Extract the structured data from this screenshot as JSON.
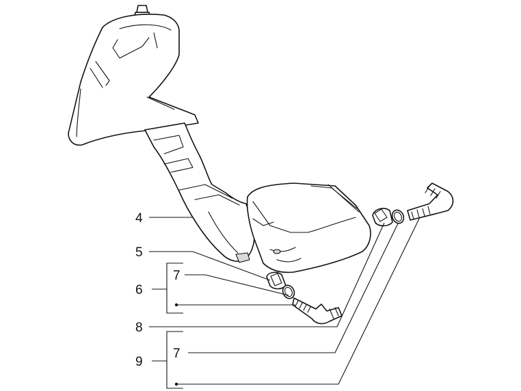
{
  "callouts": {
    "c4": "4",
    "c5": "5",
    "c6": "6",
    "c6_sub": "7",
    "c8": "8",
    "c9": "9",
    "c9_sub": "7"
  },
  "colors": {
    "line": "#111111",
    "background": "#ffffff",
    "shade": "#d9d9d9"
  }
}
